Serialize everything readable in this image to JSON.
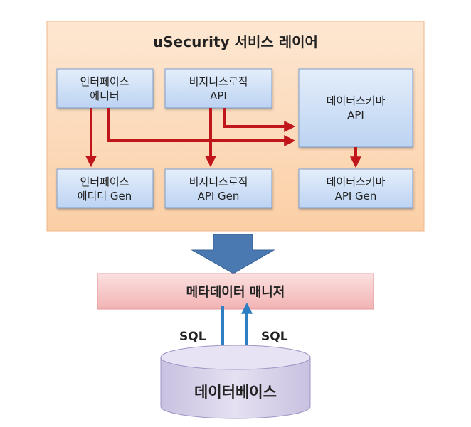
{
  "service_layer": {
    "title": "uSecurity 서비스 레이어"
  },
  "components": {
    "interface_editor": {
      "line1": "인터페이스",
      "line2": "에디터"
    },
    "business_logic": {
      "line1": "비지니스로직",
      "line2": "API"
    },
    "data_schema": {
      "line1": "데이터스키마",
      "line2": "API"
    },
    "interface_editor_gen": {
      "line1": "인터페이스",
      "line2": "에디터 Gen"
    },
    "business_logic_gen": {
      "line1": "비지니스로직",
      "line2": "API Gen"
    },
    "data_schema_gen": {
      "line1": "데이터스키마",
      "line2": "API Gen"
    }
  },
  "metadata_manager": {
    "label": "메타데이터 매니저"
  },
  "database": {
    "label": "데이터베이스"
  },
  "connections": {
    "sql_down": "SQL",
    "sql_up": "SQL"
  },
  "colors": {
    "layer_fill": "#fcd9b8",
    "box_fill": "#c9dcf6",
    "arrow_red": "#c0161b",
    "arrow_blue": "#2e7fc2",
    "big_arrow": "#4a78b0",
    "manager_fill": "#f6c3c3",
    "db_fill": "#d6cfe8"
  }
}
